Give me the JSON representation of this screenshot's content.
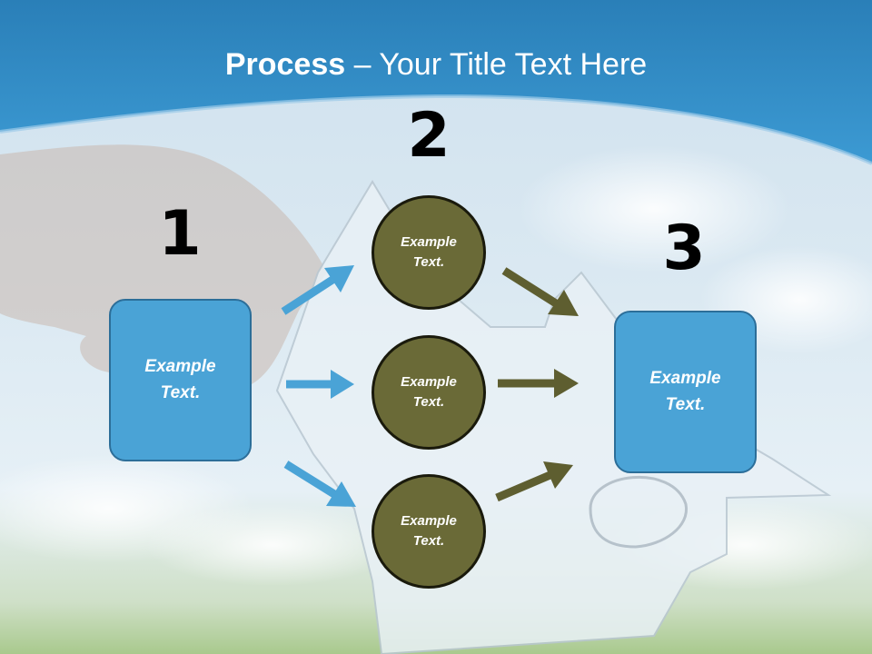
{
  "slide": {
    "title_bold": "Process",
    "title_rest": " – Your Title Text Here"
  },
  "steps": {
    "n1": "1",
    "n2": "2",
    "n3": "3"
  },
  "nodes": {
    "left_box": "Example Text.",
    "circle_top": "Example Text.",
    "circle_mid": "Example Text.",
    "circle_bot": "Example Text.",
    "right_box": "Example Text."
  },
  "colors": {
    "header_blue": "#2f8fcb",
    "box_blue": "#4aa3d6",
    "circle_olive": "#6a6a37",
    "arrow_blue": "#4aa3d6",
    "arrow_olive": "#5e5e30"
  }
}
